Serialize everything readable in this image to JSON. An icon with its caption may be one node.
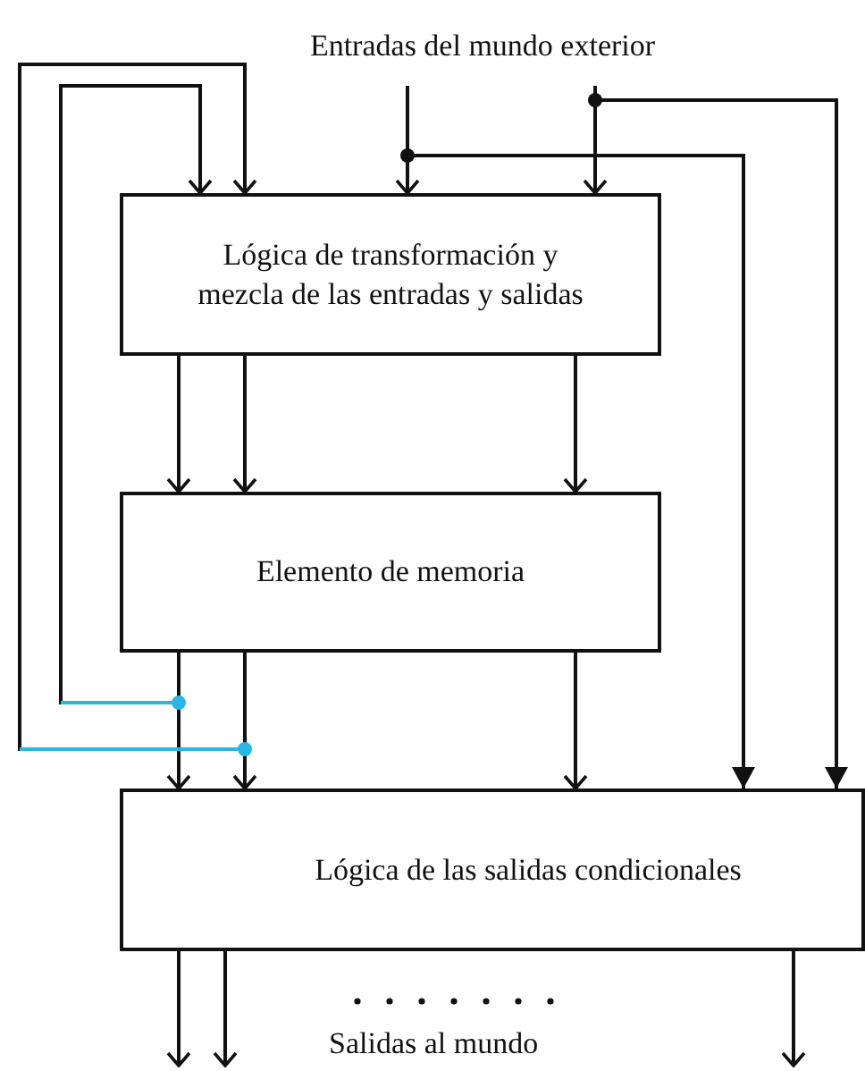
{
  "diagram": {
    "nodes": [
      {
        "text": [
          "Entradas del mundo exterior"
        ]
      },
      {
        "text": [
          "Lógica de transformación y mezcla de las entradas y salidas"
        ]
      },
      {
        "text": [
          "Elemento de memoria"
        ]
      },
      {
        "text": [
          "Lógica de las salidas condicionales"
        ]
      }
    ],
    "edges": [
      {
        "from": 0,
        "to": 1,
        "arrow": "to"
      },
      {
        "from": 0,
        "to": 1,
        "arrow": "to"
      },
      {
        "from": 0,
        "to": 3,
        "arrow": "to"
      },
      {
        "from": 0,
        "to": 3,
        "arrow": "to"
      },
      {
        "from": 1,
        "to": 2,
        "arrow": "to"
      },
      {
        "from": 1,
        "to": 2,
        "arrow": "to"
      },
      {
        "from": 1,
        "to": 2,
        "arrow": "to"
      },
      {
        "from": 2,
        "to": 3,
        "arrow": "to"
      },
      {
        "from": 2,
        "to": 3,
        "arrow": "to"
      },
      {
        "from": 2,
        "to": 3,
        "arrow": "to"
      },
      {
        "from": 2,
        "to": 1,
        "arrow": "to"
      },
      {
        "from": 2,
        "to": 1,
        "arrow": "to"
      },
      {
        "from": 3,
        "to": null,
        "arrow": "to"
      },
      {
        "from": 3,
        "to": null,
        "arrow": "to"
      },
      {
        "from": 3,
        "to": null,
        "arrow": "to"
      }
    ],
    "labels": [
      "Salidas al mundo"
    ]
  }
}
